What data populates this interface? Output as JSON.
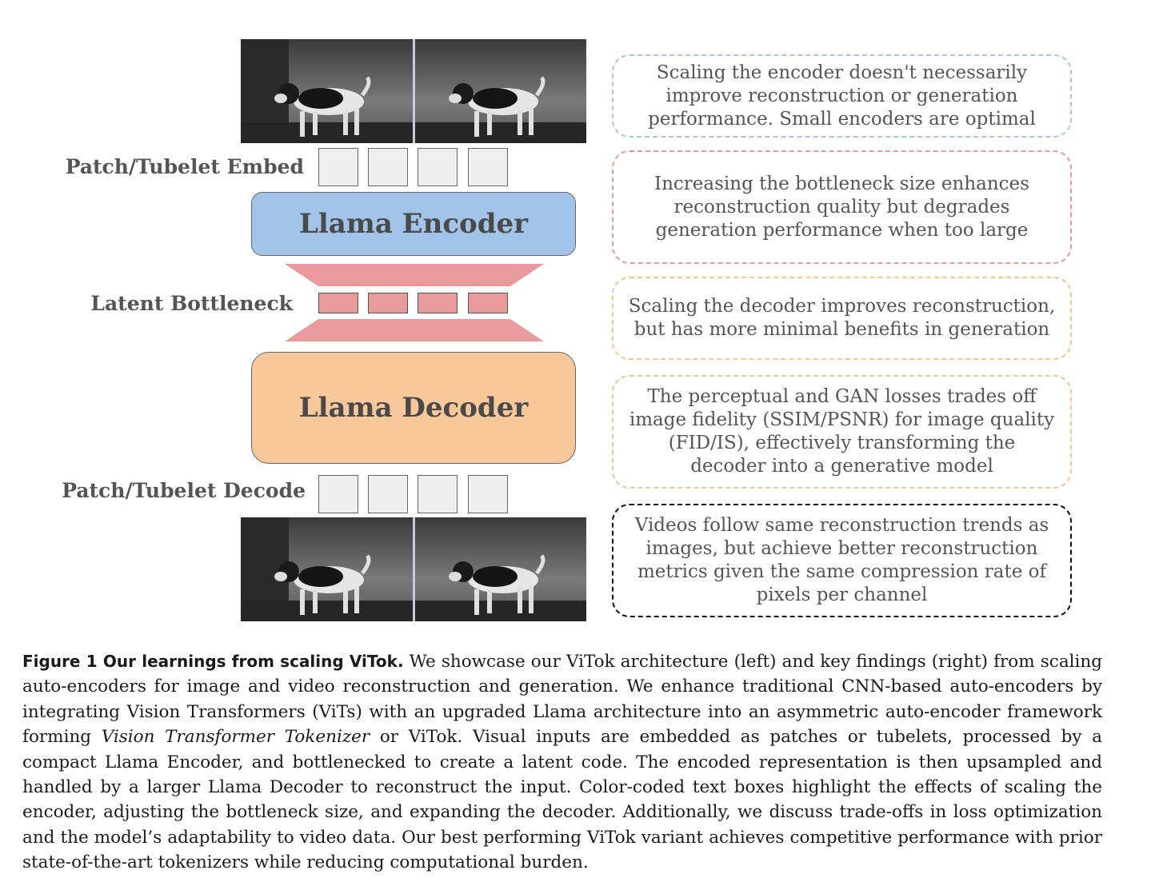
{
  "labels": {
    "embed": "Patch/Tubelet Embed",
    "bottleneck": "Latent Bottleneck",
    "decode": "Patch/Tubelet Decode"
  },
  "blocks": {
    "encoder": "Llama Encoder",
    "decoder": "Llama Decoder"
  },
  "colors": {
    "encoder": "#a1c4e8",
    "decoder": "#f8c89b",
    "bottleneck": "#e89a9c",
    "token": "#efefef"
  },
  "findings": [
    {
      "text": "Scaling the encoder doesn't necessarily improve reconstruction or generation performance. Small encoders are optimal",
      "color": "#a9c6e3"
    },
    {
      "text": "Increasing the bottleneck size enhances reconstruction quality but degrades generation performance when too large",
      "color": "#e59a9d"
    },
    {
      "text": "Scaling the decoder improves reconstruction, but has more minimal benefits in generation",
      "color": "#f3c58f"
    },
    {
      "text": "The perceptual and GAN losses trades off image fidelity (SSIM/PSNR) for image quality (FID/IS), effectively transforming the decoder into a generative model",
      "color": "#f3c58f"
    },
    {
      "text": "Videos follow same reconstruction trends as images, but achieve better reconstruction metrics given the same compression rate of pixels per channel",
      "color": "#111111"
    }
  ],
  "caption": {
    "lead": "Figure 1  Our learnings from scaling ViTok.",
    "part1": " We showcase our ViTok architecture (left) and key findings (right) from scaling auto-encoders for image and video reconstruction and generation. We enhance traditional CNN-based auto-encoders by integrating Vision Transformers (ViTs) with an upgraded Llama architecture into an asymmetric auto-encoder framework forming ",
    "italic": "Vision Transformer Tokenizer",
    "part2": " or ViTok. Visual inputs are embedded as patches or tubelets, processed by a compact Llama Encoder, and bottlenecked to create a latent code. The encoded representation is then upsampled and handled by a larger Llama Decoder to reconstruct the input. Color-coded text boxes highlight the effects of scaling the encoder, adjusting the bottleneck size, and expanding the decoder. Additionally, we discuss trade-offs in loss optimization and the model’s adaptability to video data. Our best performing ViTok variant achieves competitive performance with prior state-of-the-art tokenizers while reducing computational burden."
  }
}
